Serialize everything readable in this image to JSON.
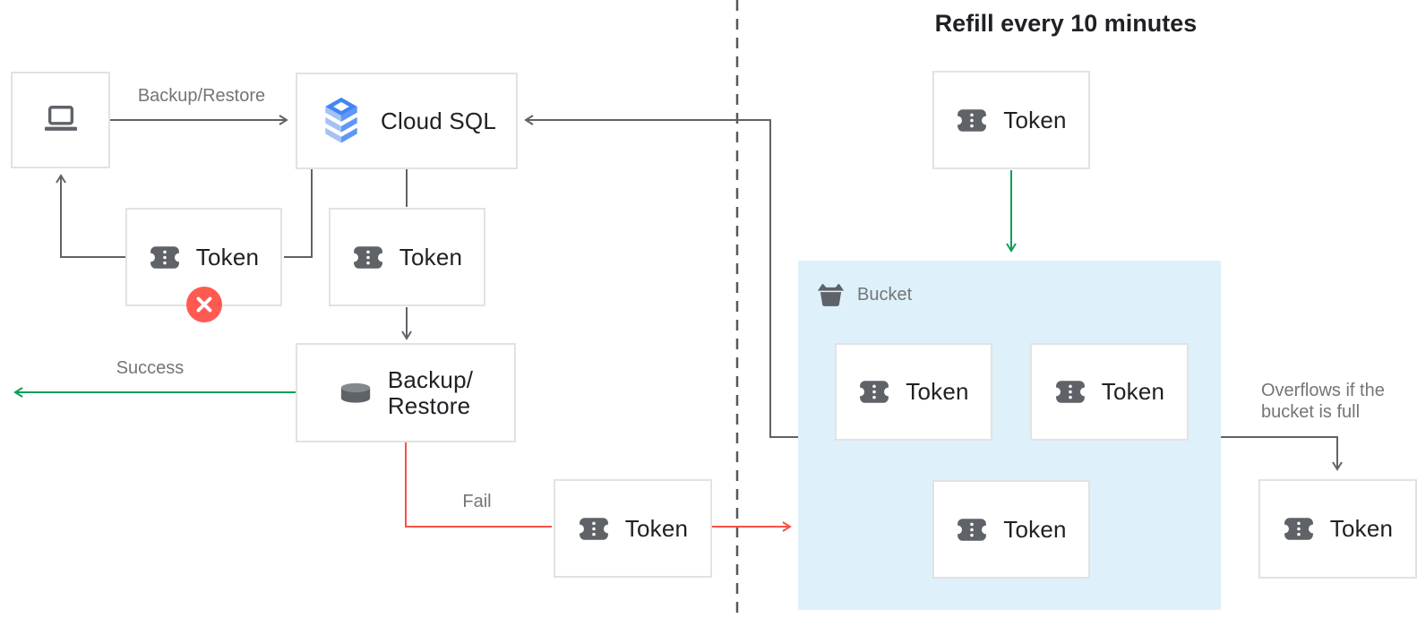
{
  "title": "Refill every 10 minutes",
  "edge_labels": {
    "backup_restore": "Backup/Restore",
    "success": "Success",
    "fail": "Fail",
    "overflow": "Overflows if the bucket is full"
  },
  "nodes": {
    "cloud_sql": {
      "label": "Cloud SQL"
    },
    "backup_restore": {
      "label_line1": "Backup/",
      "label_line2": "Restore"
    },
    "bucket": {
      "label": "Bucket"
    }
  },
  "tokens": [
    {
      "label": "Token"
    },
    {
      "label": "Token"
    },
    {
      "label": "Token"
    },
    {
      "label": "Token"
    },
    {
      "label": "Token"
    },
    {
      "label": "Token"
    },
    {
      "label": "Token"
    },
    {
      "label": "Token"
    }
  ],
  "icons": {
    "laptop": "laptop-icon",
    "cloud_sql": "cloud-sql-stack-icon",
    "token": "token-ticket-icon",
    "database": "database-cylinder-icon",
    "bucket": "bucket-icon",
    "rejected": "x-badge-icon"
  },
  "colors": {
    "box_border": "#e2e2e2",
    "icon_gray": "#5f6368",
    "label_gray": "#757575",
    "text_dark": "#202124",
    "green": "#0d9e58",
    "red": "#f95146",
    "badge_red": "#ff5a52",
    "bucket_bg": "#def1fb",
    "cloud_sql_blue": "#4285f4"
  }
}
